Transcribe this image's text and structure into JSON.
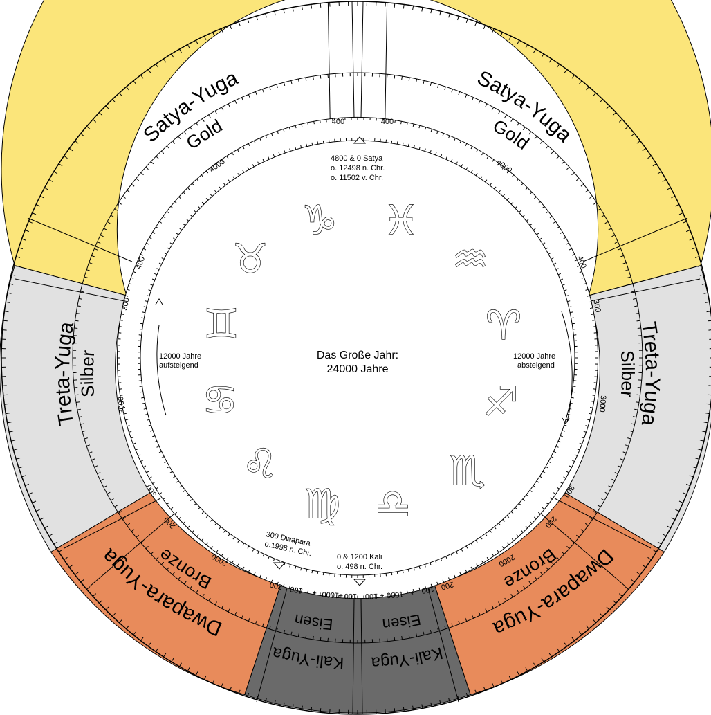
{
  "colors": {
    "satya": "#fbe57a",
    "treta": "#e1e1e1",
    "dwapara": "#e88b5b",
    "kali": "#6a6a6a",
    "line": "#000000"
  },
  "center": {
    "title_line1": "Das Große Jahr:",
    "title_line2": "24000 Jahre"
  },
  "annotations": {
    "top_line1": "4800 & 0 Satya",
    "top_line2": "o. 12498 n. Chr.",
    "top_line3": "o. 11502 v. Chr.",
    "bottom_line1": "0 & 1200 Kali",
    "bottom_line2": "o. 498 n. Chr.",
    "dwapara_line1": "300 Dwapara",
    "dwapara_line2": "o.1998 n. Chr.",
    "left_line1": "12000 Jahre",
    "left_line2": "aufsteigend",
    "right_line1": "12000 Jahre",
    "right_line2": "absteigend"
  },
  "yuga_labels": {
    "satya": "Satya-Yuga",
    "treta": "Treta-Yuga",
    "dwapara": "Dwapara-Yuga",
    "kali": "Kali-Yuga"
  },
  "metal_labels": {
    "gold": "Gold",
    "silber": "Silber",
    "bronze": "Bronze",
    "eisen": "Eisen"
  },
  "ring_numbers": {
    "n400": "400",
    "n4000": "4000",
    "n300": "300",
    "n3000": "3000",
    "n200": "200",
    "n2000": "2000",
    "n100": "100",
    "n1000": "1000",
    "plus": "+"
  },
  "zodiac": [
    {
      "sign": "capricorn",
      "glyph": "♑"
    },
    {
      "sign": "pisces",
      "glyph": "♓"
    },
    {
      "sign": "taurus",
      "glyph": "♉"
    },
    {
      "sign": "aquarius",
      "glyph": "♒"
    },
    {
      "sign": "gemini",
      "glyph": "♊"
    },
    {
      "sign": "aries",
      "glyph": "♈"
    },
    {
      "sign": "cancer",
      "glyph": "♋"
    },
    {
      "sign": "sagittarius",
      "glyph": "♐"
    },
    {
      "sign": "leo",
      "glyph": "♌"
    },
    {
      "sign": "scorpio",
      "glyph": "♏"
    },
    {
      "sign": "virgo",
      "glyph": "♍"
    },
    {
      "sign": "libra",
      "glyph": "♎"
    }
  ]
}
